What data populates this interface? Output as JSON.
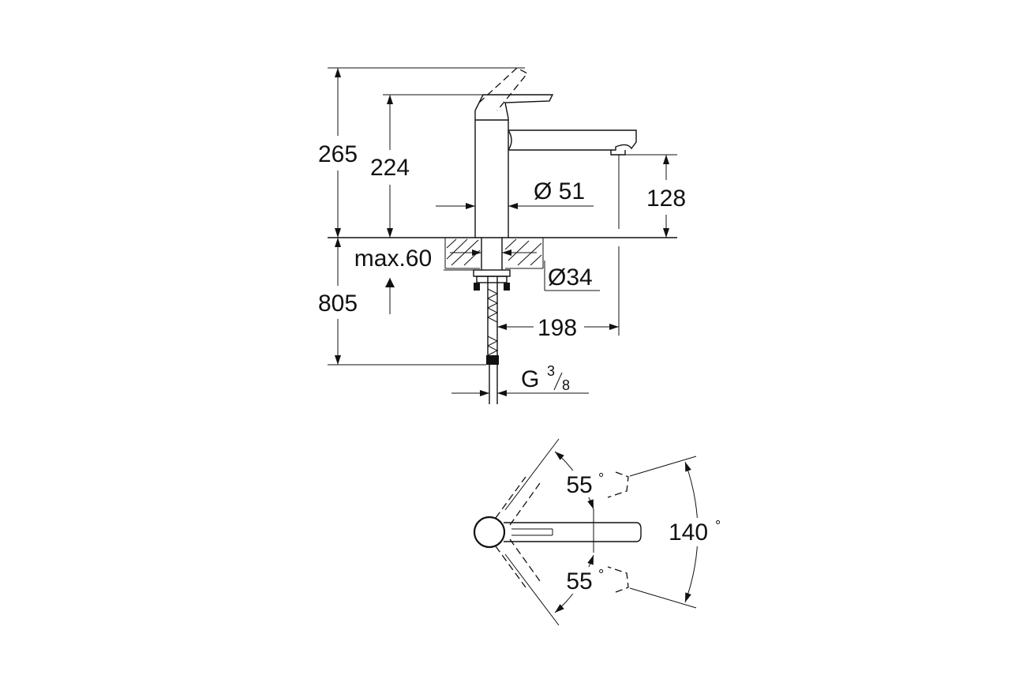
{
  "side_view": {
    "dim_total_height": "265",
    "dim_spout_height": "224",
    "dim_outlet_height": "128",
    "dim_body_diameter": "Ø 51",
    "dim_max_thickness": "max.60",
    "dim_hole_diameter": "Ø34",
    "dim_below_deck": "805",
    "dim_reach": "198",
    "dim_thread": "G",
    "dim_thread_num": "3",
    "dim_thread_den": "8"
  },
  "top_view": {
    "angle_upper": "55",
    "angle_lower": "55",
    "angle_total": "140",
    "degree_symbol": "°"
  },
  "colors": {
    "line": "#111111",
    "background": "#ffffff"
  }
}
